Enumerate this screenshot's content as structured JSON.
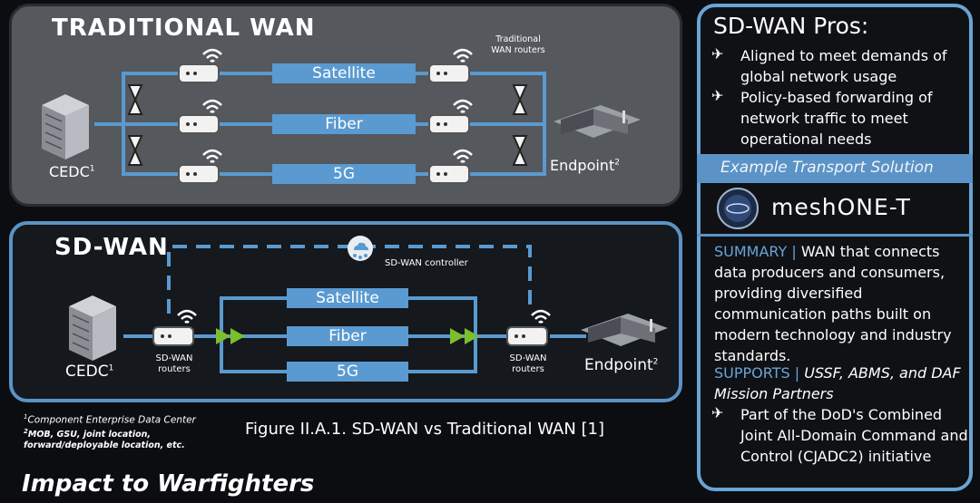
{
  "traditional": {
    "title": "TRADITIONAL WAN",
    "router_note": "Traditional WAN routers",
    "links": [
      "Satellite",
      "Fiber",
      "5G"
    ],
    "source_label": "CEDC",
    "source_sup": "1",
    "dest_label": "Endpoint",
    "dest_sup": "2"
  },
  "sdwan": {
    "title": "SD-WAN",
    "controller": "SD-WAN controller",
    "links": [
      "Satellite",
      "Fiber",
      "5G"
    ],
    "source_label": "CEDC",
    "source_sup": "1",
    "dest_label": "Endpoint",
    "dest_sup": "2",
    "left_router": "SD-WAN routers",
    "right_router": "SD-WAN routers"
  },
  "footnotes": {
    "note1": "Component Enterprise Data Center",
    "note1_sup": "1",
    "note2_sup": "2",
    "note2": "MOB, GSU, joint location, forward/deployable location, etc."
  },
  "caption": "Figure II.A.1. SD-WAN vs Traditional WAN [1]",
  "section_heading": "Impact to Warfighters",
  "pros": {
    "title": "SD-WAN Pros:",
    "items": [
      "Aligned to meet demands of global network usage",
      "Policy-based forwarding of network traffic to meet operational needs"
    ],
    "example_heading": "Example Transport Solution",
    "solution_name": "meshONE-T",
    "summary_label": "SUMMARY |",
    "summary_text": "WAN that connects data producers and consumers, providing diversified communication paths built on modern technology and industry standards.",
    "supports_label": "SUPPORTS |",
    "supports_text": "USSF, ABMS, and DAF Mission Partners",
    "supports_item": "Part of the DoD's Combined Joint All-Domain Command and Control (CJADC2) initiative"
  },
  "colors": {
    "accent": "#5a9ad0",
    "border": "#6aa4d6",
    "arrow": "#7bbf2a"
  }
}
